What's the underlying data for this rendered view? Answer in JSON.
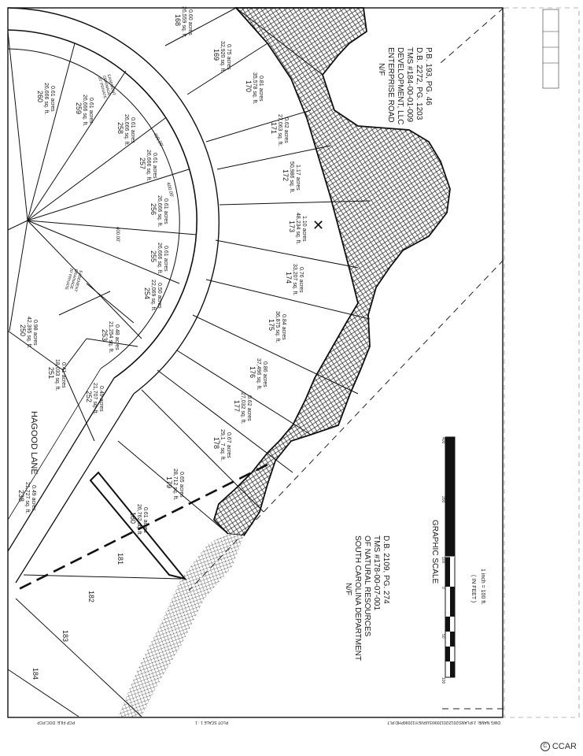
{
  "neighbors": {
    "enterprise": {
      "lines": [
        "N/F",
        "ENTERPRISE ROAD",
        "DEVELOPMENT, LLC",
        "TMS #184-00-01-009",
        "D.B. 2272, PG. 1203",
        "P.B. 193, PG. 46"
      ]
    },
    "scdnr": {
      "lines": [
        "N/F",
        "SOUTH CAROLINA DEPARTMENT",
        "OF NATURAL RESOURCES",
        "TMS #178-00-07-001",
        "D.B. 2109, PG. 274"
      ]
    }
  },
  "road": {
    "name": "HAGOOD LANE"
  },
  "lots": [
    {
      "no": "168",
      "area": "26,559 sq. ft.",
      "acres": "0.60 acres"
    },
    {
      "no": "169",
      "area": "32,920 sq. ft.",
      "acres": "0.75 acres"
    },
    {
      "no": "170",
      "area": "35,578 sq. ft.",
      "acres": "0.81 acres"
    },
    {
      "no": "171",
      "area": "27,063 sq. ft.",
      "acres": "0.62 acres"
    },
    {
      "no": "172",
      "area": "50,986 sq. ft.",
      "acres": "1.17 acres"
    },
    {
      "no": "173",
      "area": "48,234 sq. ft.",
      "acres": "1.10 acres"
    },
    {
      "no": "174",
      "area": "33,207 sq. ft.",
      "acres": "0.76 acres"
    },
    {
      "no": "175",
      "area": "36,875 sq. ft.",
      "acres": "0.84 acres"
    },
    {
      "no": "176",
      "area": "37,496 sq. ft.",
      "acres": "0.86 acres"
    },
    {
      "no": "177",
      "area": "27,032 sq. ft.",
      "acres": "0.62 acres"
    },
    {
      "no": "178",
      "area": "29,1_7 sq. ft.",
      "acres": "0.67 acres"
    },
    {
      "no": "179",
      "area": "28,712 sq. ft.",
      "acres": "0.65 acres"
    },
    {
      "no": "180",
      "area": "26,762 sq. ft.",
      "acres": "0.61 acres"
    },
    {
      "no": "181",
      "area": "",
      "acres": ""
    },
    {
      "no": "182",
      "area": "",
      "acres": ""
    },
    {
      "no": "183",
      "area": "",
      "acres": ""
    },
    {
      "no": "184",
      "area": "",
      "acres": ""
    },
    {
      "no": "238",
      "area": "21,727 sq. ft.",
      "acres": "0.49 acres"
    },
    {
      "no": "250",
      "area": "42,395 sq. ft.",
      "acres": "0.98 acres"
    },
    {
      "no": "251",
      "area": "18,033 sq. ft.",
      "acres": "0.41 acres"
    },
    {
      "no": "252",
      "area": "21,707 sq. ft.",
      "acres": "0.49 acres"
    },
    {
      "no": "253",
      "area": "21,254 sq. ft.",
      "acres": "0.48 acres"
    },
    {
      "no": "254",
      "area": "22,069 sq. ft.",
      "acres": "0.50 acres"
    },
    {
      "no": "255",
      "area": "26,666 sq. ft.",
      "acres": "0.61 acres"
    },
    {
      "no": "256",
      "area": "26,666 sq. ft.",
      "acres": "0.61 acres"
    },
    {
      "no": "257",
      "area": "26,666 sq. ft.",
      "acres": "0.61 acres"
    },
    {
      "no": "258",
      "area": "26,666 sq. ft.",
      "acres": "0.61 acres"
    },
    {
      "no": "259",
      "area": "26,666 sq. ft.",
      "acres": "0.61 acres"
    },
    {
      "no": "260",
      "area": "26,666 sq. ft.",
      "acres": "0.61 acres"
    }
  ],
  "dims": {
    "d400": "400.00'",
    "d400b": "400.00'",
    "d400c": "400.00'"
  },
  "easement": {
    "line1": "20' PRIVATE",
    "line2": "DRAINAGE",
    "line3": "EASEMENT"
  },
  "scale": {
    "title": "GRAPHIC SCALE",
    "unit": "( IN FEET )",
    "ratio": "1 inch = 100 ft.",
    "ticks": [
      "100",
      "50",
      "0",
      "100",
      "200",
      "400"
    ]
  },
  "footer": {
    "plot_scale": "PLOT SCALE   1 : 1",
    "dwg": "DWG NAME: J:\\PLANS\\2012\\2012096\\SURVEY\\12096PHD.PLT",
    "pcp": "PCP FILE:  DOC.PCP"
  },
  "watermark": {
    "symbol": "C",
    "text": "CCAR"
  }
}
